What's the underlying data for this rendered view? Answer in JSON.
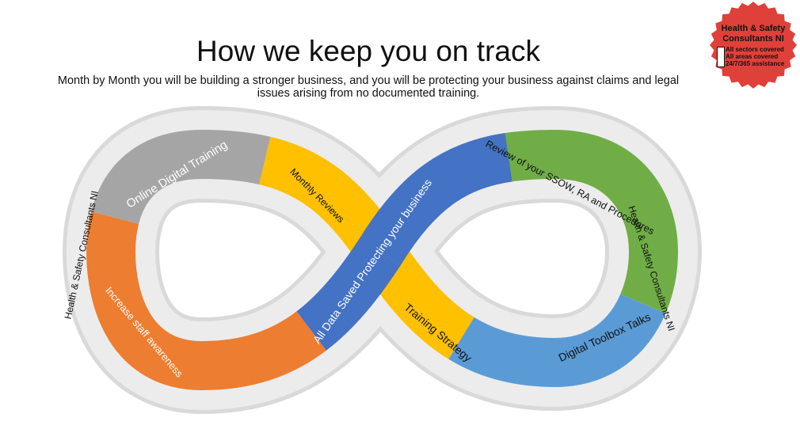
{
  "title": "How we keep you on track",
  "subtitle": "Month by Month you will be building a stronger business, and you will be protecting your business against claims and legal issues arising from no documented training.",
  "diagram": {
    "segments": [
      {
        "label": "Online Digital Training",
        "color": "#a5a5a5"
      },
      {
        "label": "Monthly Reviews",
        "color": "#ffc000"
      },
      {
        "label": "Review of your SSOW, RA and Procedures",
        "color": "#70ad47"
      },
      {
        "label": "All Data Saved Protecting your business",
        "color": "#4472c4"
      },
      {
        "label": "Training Strategy",
        "color": "#ffc000"
      },
      {
        "label": "Digital Toolbox Talks",
        "color": "#5b9bd5"
      },
      {
        "label": "Increase staff awareness",
        "color": "#ed7d31"
      }
    ],
    "outer_left": "Health & Safety Consultants NI",
    "outer_right": "Health & Safety Consultants NI"
  },
  "logo": {
    "line1": "Health & Safety",
    "line2": "Consultants NI",
    "line3": "All sectors covered",
    "line4": "All areas covered",
    "line5": "24/7/365 assistance",
    "color": "#e0403a"
  }
}
